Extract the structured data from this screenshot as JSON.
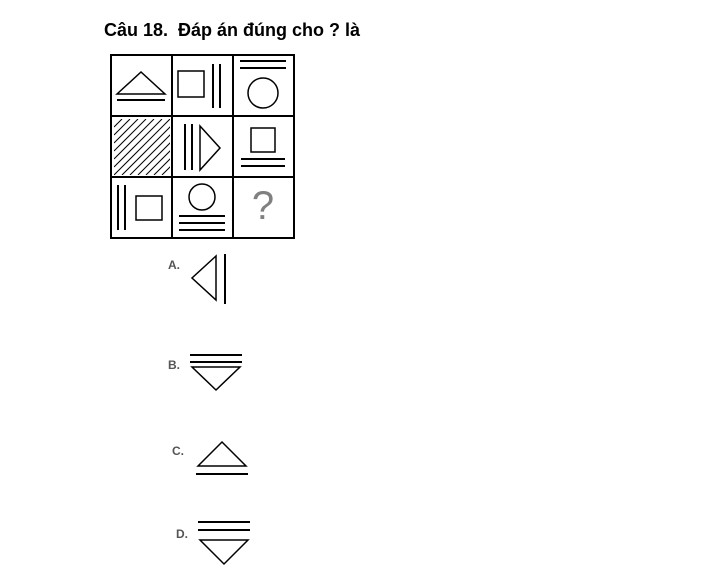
{
  "question": {
    "title": "Câu 18.  Đáp án đúng cho ? là"
  },
  "grid": {
    "missing_mark": "?"
  },
  "options": [
    {
      "label": "A."
    },
    {
      "label": "B."
    },
    {
      "label": "C."
    },
    {
      "label": "D."
    }
  ],
  "icons": {
    "cell_1_1": "triangle-up-over-line-icon",
    "cell_1_2": "square-with-two-vertical-lines-icon",
    "cell_1_3": "two-lines-over-circle-icon",
    "cell_2_1": "hatched-square-icon",
    "cell_2_2": "vertical-line-with-triangle-right-icon",
    "cell_2_3": "square-over-two-lines-icon",
    "cell_3_1": "two-vertical-lines-with-square-icon",
    "cell_3_2": "circle-over-three-lines-icon",
    "option_a": "triangle-left-with-vertical-line-icon",
    "option_b": "two-lines-over-triangle-down-icon",
    "option_c": "triangle-up-over-line-icon",
    "option_d": "two-lines-over-triangle-down-icon"
  },
  "colors": {
    "stroke": "#000000",
    "question_mark": "#808080"
  }
}
